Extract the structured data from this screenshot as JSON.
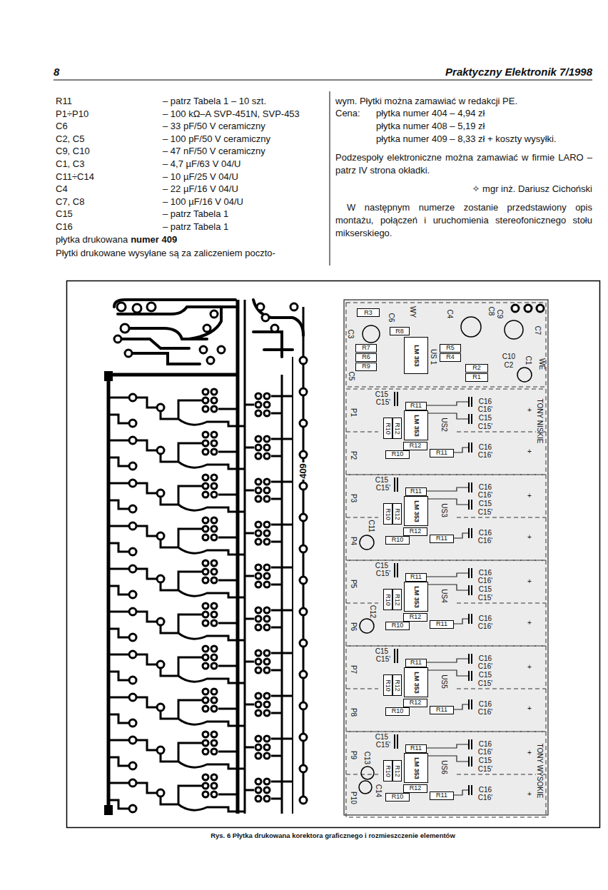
{
  "diagram": {
    "caption": "Rys. 6 Płytka drukowana korektora graficznego i rozmieszczenie elementów",
    "nodes": [
      {
        "text": [
          "R3"
        ]
      },
      {
        "text": [
          "R8"
        ]
      },
      {
        "text": [
          "R7"
        ]
      },
      {
        "text": [
          "R6"
        ]
      },
      {
        "text": [
          "R9"
        ]
      },
      {
        "text": [
          "LM 353"
        ]
      },
      {
        "text": [
          "R5"
        ]
      },
      {
        "text": [
          "R4"
        ]
      },
      {
        "text": [
          "R2"
        ]
      },
      {
        "text": [
          "R1"
        ]
      },
      {
        "text": [
          "R11"
        ]
      },
      {
        "text": [
          "R10"
        ]
      },
      {
        "text": [
          "R12"
        ]
      },
      {
        "text": [
          "LM 353"
        ]
      },
      {
        "text": [
          "R12"
        ]
      },
      {
        "text": [
          "R10"
        ]
      },
      {
        "text": [
          "R11"
        ]
      },
      {
        "text": [
          "R11"
        ]
      },
      {
        "text": [
          "R10"
        ]
      },
      {
        "text": [
          "R12"
        ]
      },
      {
        "text": [
          "LM 353"
        ]
      },
      {
        "text": [
          "R12"
        ]
      },
      {
        "text": [
          "R10"
        ]
      },
      {
        "text": [
          "R11"
        ]
      },
      {
        "text": [
          "R11"
        ]
      },
      {
        "text": [
          "R10"
        ]
      },
      {
        "text": [
          "R12"
        ]
      },
      {
        "text": [
          "LM 353"
        ]
      },
      {
        "text": [
          "R12"
        ]
      },
      {
        "text": [
          "R10"
        ]
      },
      {
        "text": [
          "R11"
        ]
      },
      {
        "text": [
          "R11"
        ]
      },
      {
        "text": [
          "R10"
        ]
      },
      {
        "text": [
          "R12"
        ]
      },
      {
        "text": [
          "LM 353"
        ]
      },
      {
        "text": [
          "R12"
        ]
      },
      {
        "text": [
          "R10"
        ]
      },
      {
        "text": [
          "R11"
        ]
      },
      {
        "text": [
          "R11"
        ]
      },
      {
        "text": [
          "R10"
        ]
      },
      {
        "text": [
          "R12"
        ]
      },
      {
        "text": [
          "LM 353"
        ]
      },
      {
        "text": [
          "R12"
        ]
      },
      {
        "text": [
          "R10"
        ]
      },
      {
        "text": [
          "R11"
        ]
      }
    ],
    "labels": [
      "8",
      "Praktyczny Elektronik 7/1998",
      "R11",
      "– patrz Tabela 1 – 10 szt.",
      "P1÷P10",
      "– 100 kΩ–A SVP-451N, SVP-453",
      "C6",
      "– 33 pF/50 V ceramiczny",
      "C2, C5",
      "– 100 pF/50 V ceramiczny",
      "C9, C10",
      "– 47 nF/50 V ceramiczny",
      "C1, C3",
      "– 4,7 µF/63 V 04/U",
      "C11÷C14",
      "– 10 µF/25 V 04/U",
      "C4",
      "– 22 µF/16 V 04/U",
      "C7, C8",
      "– 100 µF/16 V 04/U",
      "C15",
      "– patrz Tabela 1",
      "C16",
      "– patrz Tabela 1",
      "płytka drukowana",
      "numer 409",
      "Płytki drukowane wysyłane są za zaliczeniem poczto-",
      "wym. Płytki można zamawiać w redakcji PE.",
      "Cena:",
      "płytka numer 404 – 4,94 zł",
      "płytka numer 408 – 5,19 zł",
      "płytka numer 409 – 8,33 zł + koszty wysyłki.",
      "Podzespoły elektroniczne można zamawiać w firmie LARO – patrz IV strona okładki.",
      "✧ mgr inż. Dariusz Cichoński",
      "W następnym numerze zostanie przedstawiony opis montażu, połączeń i uruchomienia stereofonicznego stołu mikserskiego.",
      "409",
      "WY",
      "C8",
      "C9",
      "C6",
      "C4",
      "C3",
      "C7",
      "C10",
      "C2",
      "C1",
      "WE",
      "C5",
      "US 1",
      "TONY NISKIE",
      "C15",
      "C15'",
      "C16",
      "C16'",
      "C15",
      "C15'",
      "+",
      "C16",
      "C16'",
      "+",
      "P1",
      "P2",
      "US2",
      "C15",
      "C15'",
      "C16",
      "C16'",
      "C15",
      "C15'",
      "+",
      "C16",
      "C16'",
      "+",
      "P3",
      "P4",
      "US3",
      "C15",
      "C15'",
      "C16",
      "C16'",
      "C15",
      "C15'",
      "+",
      "C16",
      "C16'",
      "+",
      "P5",
      "P6",
      "US4",
      "C15",
      "C15'",
      "C16",
      "C16'",
      "C15",
      "C15'",
      "+",
      "C16",
      "C16'",
      "+",
      "P7",
      "P8",
      "US5",
      "C15",
      "C15'",
      "C16",
      "C16'",
      "C15",
      "C15'",
      "+",
      "C16",
      "C16'",
      "+",
      "P9",
      "P10",
      "US6",
      "C11",
      "C12",
      "C13",
      "C14",
      "TONY WYSOKIE"
    ]
  }
}
